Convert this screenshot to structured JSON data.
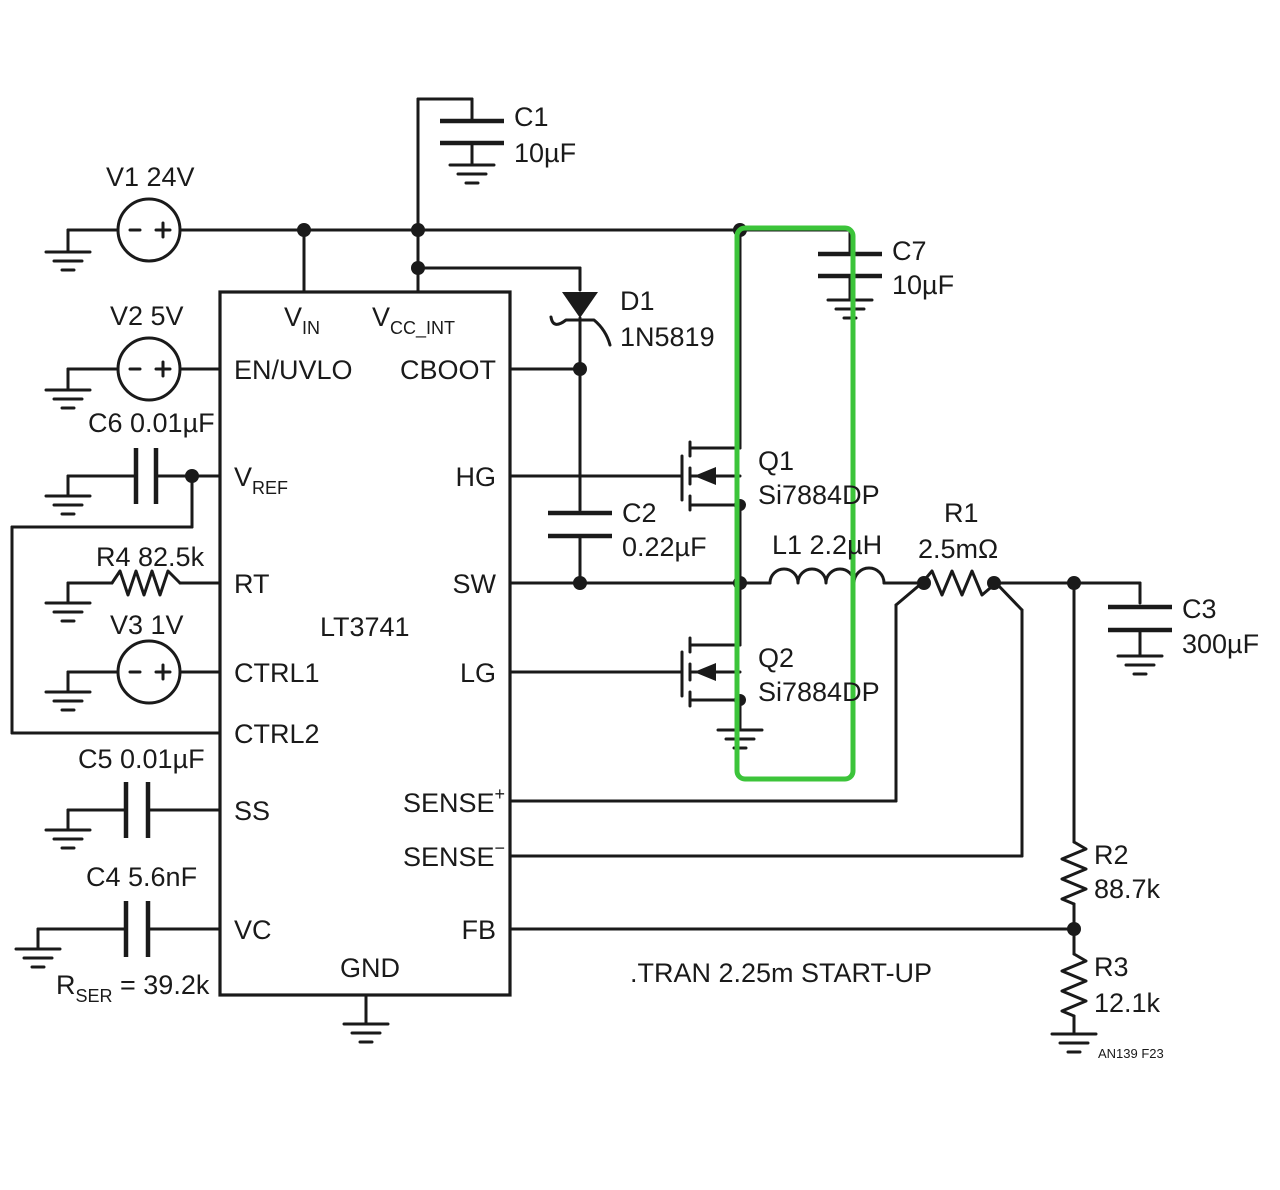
{
  "components": {
    "v1": {
      "label": "V1 24V"
    },
    "v2": {
      "label": "V2 5V"
    },
    "v3": {
      "label": "V3 1V"
    },
    "c1": {
      "name": "C1",
      "value": "10µF"
    },
    "c7": {
      "name": "C7",
      "value": "10µF"
    },
    "d1": {
      "name": "D1",
      "value": "1N5819"
    },
    "q1": {
      "name": "Q1",
      "value": "Si7884DP"
    },
    "q2": {
      "name": "Q2",
      "value": "Si7884DP"
    },
    "c2": {
      "name": "C2",
      "value": "0.22µF"
    },
    "l1": {
      "label": "L1 2.2µH"
    },
    "r1": {
      "name": "R1",
      "value": "2.5mΩ"
    },
    "c3": {
      "name": "C3",
      "value": "300µF"
    },
    "c6": {
      "label": "C6 0.01µF"
    },
    "r4": {
      "label": "R4 82.5k"
    },
    "c5": {
      "label": "C5 0.01µF"
    },
    "c4": {
      "label": "C4 5.6nF"
    },
    "rser": {
      "prefix": "R",
      "sub": "SER",
      "value": " = 39.2k"
    },
    "r2": {
      "name": "R2",
      "value": "88.7k"
    },
    "r3": {
      "name": "R3",
      "value": "12.1k"
    }
  },
  "ic": {
    "name": "LT3741",
    "pins": {
      "vin": {
        "main": "V",
        "sub": "IN"
      },
      "vcc": {
        "main": "V",
        "sub": "CC_INT"
      },
      "en": "EN/UVLO",
      "cboot": "CBOOT",
      "vref": {
        "main": "V",
        "sub": "REF"
      },
      "hg": "HG",
      "rt": "RT",
      "sw": "SW",
      "ctrl1": "CTRL1",
      "lg": "LG",
      "ctrl2": "CTRL2",
      "ss": "SS",
      "sense_p": {
        "main": "SENSE",
        "sup": "+"
      },
      "sense_n": {
        "main": "SENSE",
        "sup": "−"
      },
      "vc": "VC",
      "fb": "FB",
      "gnd": "GND"
    }
  },
  "sim_directive": ".TRAN 2.25m START-UP",
  "figure_id": "AN139 F23",
  "highlight_color": "#3cc43a"
}
